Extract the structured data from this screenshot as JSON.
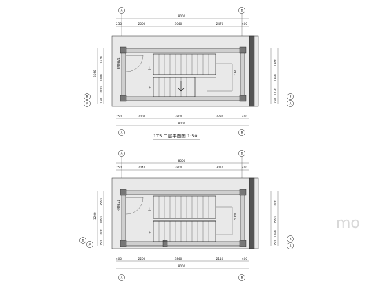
{
  "plans": [
    {
      "title": "1T5 二层平面图 1:50",
      "axis_top_left": "A",
      "axis_top_right": "B",
      "axis_side_left_top": "B",
      "axis_side_left_bottom": "A",
      "axis_side_right_top": "B",
      "axis_side_right_bottom": "A",
      "dim_total_top": "8000",
      "dim_top_segments": [
        "250",
        "2000",
        "3040",
        "2470",
        "400"
      ],
      "dim_bottom_segments": [
        "250",
        "2000",
        "3800",
        "2230",
        "400"
      ],
      "dim_total_bottom": "8000",
      "dim_left": [
        "3560",
        "1620",
        "1000",
        "1000",
        "150"
      ],
      "dim_right": [
        "1360",
        "1360",
        "1420",
        "250"
      ],
      "door_label": "FM0821",
      "stair_label_up": "上",
      "stair_label_down": "下",
      "level_label": "2.60"
    },
    {
      "title": "",
      "axis_top_left": "A",
      "axis_top_right": "B",
      "axis_side_left_top": "B",
      "axis_side_left_bottom": "A",
      "axis_side_right_top": "B",
      "axis_side_right_bottom": "A",
      "dim_total_top": "8000",
      "dim_top_segments": [
        "250",
        "2040",
        "2800",
        "3010",
        "400"
      ],
      "dim_bottom_segments": [
        "400",
        "2200",
        "3840",
        "2110",
        "400"
      ],
      "dim_total_bottom": "8000",
      "dim_left": [
        "1200",
        "3560",
        "1460",
        "1000",
        "150"
      ],
      "dim_right": [
        "1000",
        "1560",
        "1460",
        "250"
      ],
      "door_label": "FM0821",
      "stair_label_up": "上",
      "stair_label_down": "下",
      "level_label": "5.60"
    }
  ],
  "watermark": "mo"
}
